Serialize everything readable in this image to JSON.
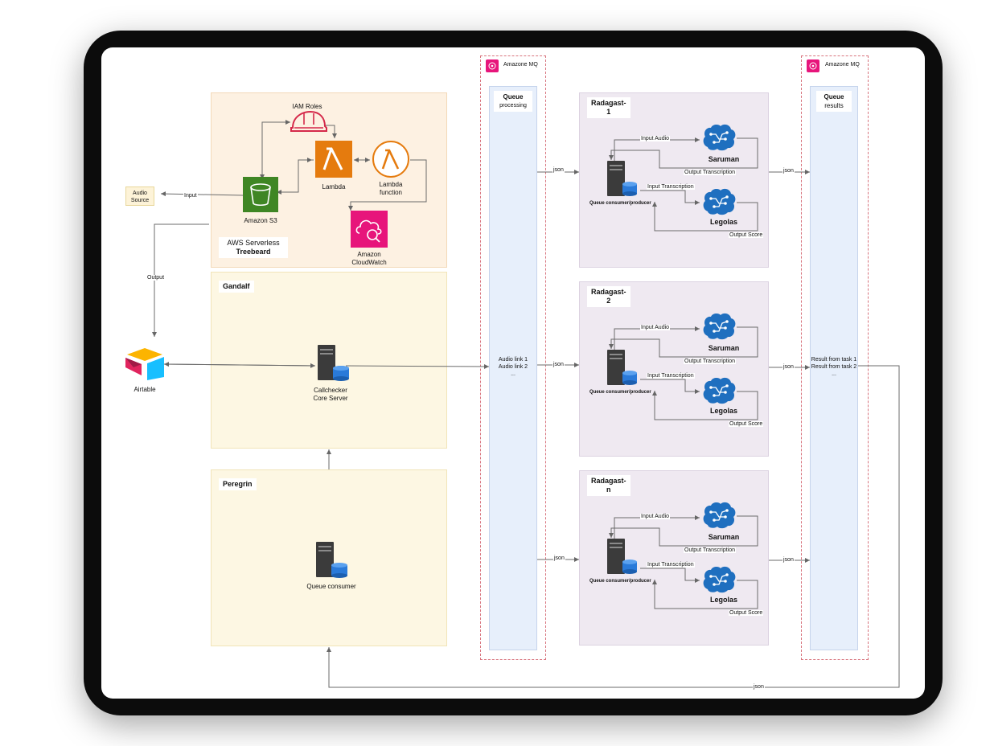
{
  "diagram": {
    "mq_left": {
      "title": "Amazone MQ",
      "queue_title": "Queue",
      "queue_subtitle": "processing",
      "links": [
        "Audio link 1",
        "Audio link 2",
        "..."
      ]
    },
    "mq_right": {
      "title": "Amazone MQ",
      "queue_title": "Queue",
      "queue_subtitle": "results",
      "results": [
        "Result from task 1",
        "Result from task 2",
        "..."
      ]
    },
    "audio_source": {
      "line1": "Audio",
      "line2": "Source"
    },
    "airtable": {
      "label": "Airtable"
    },
    "treebeard": {
      "title_line1": "AWS Serverless",
      "title_line2": "Treebeard",
      "iam": "IAM Roles",
      "s3": "Amazon S3",
      "lambda": "Lambda",
      "lambda_fn_line1": "Lambda",
      "lambda_fn_line2": "function",
      "cloudwatch_line1": "Amazon",
      "cloudwatch_line2": "CloudWatch"
    },
    "gandalf": {
      "title": "Gandalf",
      "server_line1": "Callchecker",
      "server_line2": "Core Server"
    },
    "peregrin": {
      "title": "Peregrin",
      "consumer": "Queue consumer"
    },
    "radagast": [
      {
        "title_line1": "Radagast-",
        "title_line2": "1"
      },
      {
        "title_line1": "Radagast-",
        "title_line2": "2"
      },
      {
        "title_line1": "Radagast-",
        "title_line2": "n"
      }
    ],
    "worker": {
      "consumer": "Queue consumer/producer",
      "saruman": "Saruman",
      "legolas": "Legolas",
      "input_audio": "Input Audio",
      "output_transcription": "Output Transcription",
      "input_transcription": "Input Transcription",
      "output_score": "Output Score"
    },
    "edges": {
      "input": "Input",
      "output": "Output",
      "json": "json"
    },
    "colors": {
      "peach": "#fdf1e2",
      "cream": "#fdf7e3",
      "lavender": "#efe9f1",
      "queue": "#e7effb",
      "s3": "#3f8624",
      "lambda": "#e57b0e",
      "cloudwatch": "#e7157b",
      "mq_dash": "#d8747e",
      "brain": "#1f6fbf"
    }
  }
}
